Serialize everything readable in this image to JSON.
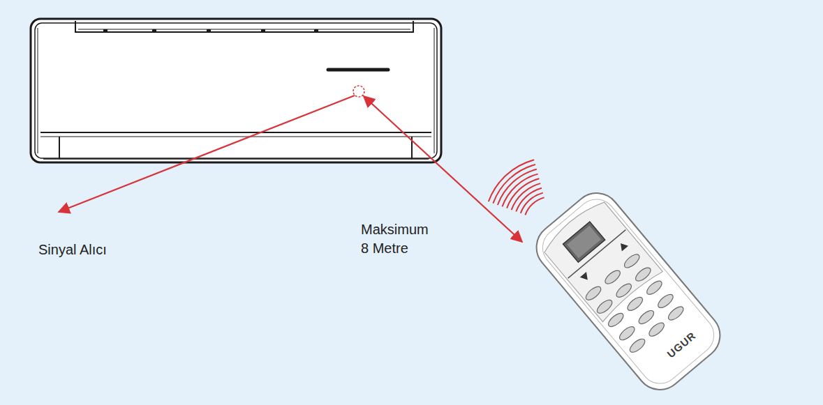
{
  "diagram": {
    "labels": [
      "Sinyal Alıcı",
      "Maksimum 8 Metre",
      "UGUR"
    ]
  }
}
